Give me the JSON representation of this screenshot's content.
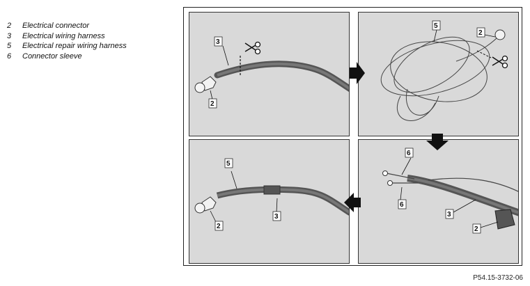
{
  "legend": [
    {
      "num": "2",
      "label": "Electrical connector"
    },
    {
      "num": "3",
      "label": "Electrical wiring harness"
    },
    {
      "num": "5",
      "label": "Electrical repair wiring harness"
    },
    {
      "num": "6",
      "label": "Connector sleeve"
    }
  ],
  "panels": {
    "top_left": {
      "callouts": [
        "3",
        "2"
      ]
    },
    "top_right": {
      "callouts": [
        "5",
        "2"
      ]
    },
    "bottom_right": {
      "callouts": [
        "6",
        "6",
        "3",
        "2"
      ]
    },
    "bottom_left": {
      "callouts": [
        "5",
        "3",
        "2"
      ]
    }
  },
  "reference": "P54.15-3732-06"
}
